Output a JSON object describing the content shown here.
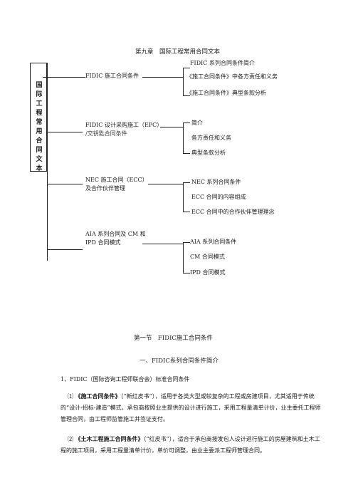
{
  "chapter_title": "第九章　国际工程常用合同文本",
  "root_label": "国际工程常用合同文本",
  "branches": [
    {
      "name": "FIDIC 施工合同条件",
      "items": [
        "FIDIC 系列合同条件简介",
        "《施工合同条件》中各方责任和义务",
        "《施工合同条件》典型条款分析"
      ]
    },
    {
      "name_line1": "FIDIC 设计采购施工（EPC）",
      "name_line2": "/交钥匙合同条件",
      "items": [
        "简介",
        "各方责任和义务",
        "典型条款分析"
      ]
    },
    {
      "name_line1": "NEC 施工合同（ECC）",
      "name_line2": "及合作伙伴管理",
      "items": [
        "NEC 系列合同条件",
        "ECC 合同的内容组成",
        "ECC 合同中的合作伙伴管理理念"
      ]
    },
    {
      "name_line1": "AIA 系列合同及 CM 和",
      "name_line2": "IPD 合同模式",
      "items": [
        "AIA 系列合同条件",
        "CM 合同模式",
        "IPD 合同模式"
      ]
    }
  ],
  "section_title": "第一节　FIDIC施工合同条件",
  "subsection_title": "一、FIDIC系列合同条件简介",
  "item1_title": "1、FIDIC（国际咨询工程师联合会）标准合同条件",
  "para1": {
    "num": "⑴",
    "bold": "《施工合同条件》",
    "text": "（“新红皮书”），适用于各类大型或较复杂的工程或房建项目，尤其适用于传统的“设计-招标-建造”模式，承包商按照业主提供的设计进行施工，采用工程量清单计价，业主委托工程师管理合同，由工程师监管施工并签证支付。"
  },
  "para2": {
    "num": "⑵",
    "bold": "《土木工程施工合同条件》",
    "text": "（“红皮书”），适合于承包商按发包人设计进行施工的房屋建筑和土木工程的施工项目，采用工程量清单计价，单价可调整，由业主委派工程师管理合同。"
  }
}
